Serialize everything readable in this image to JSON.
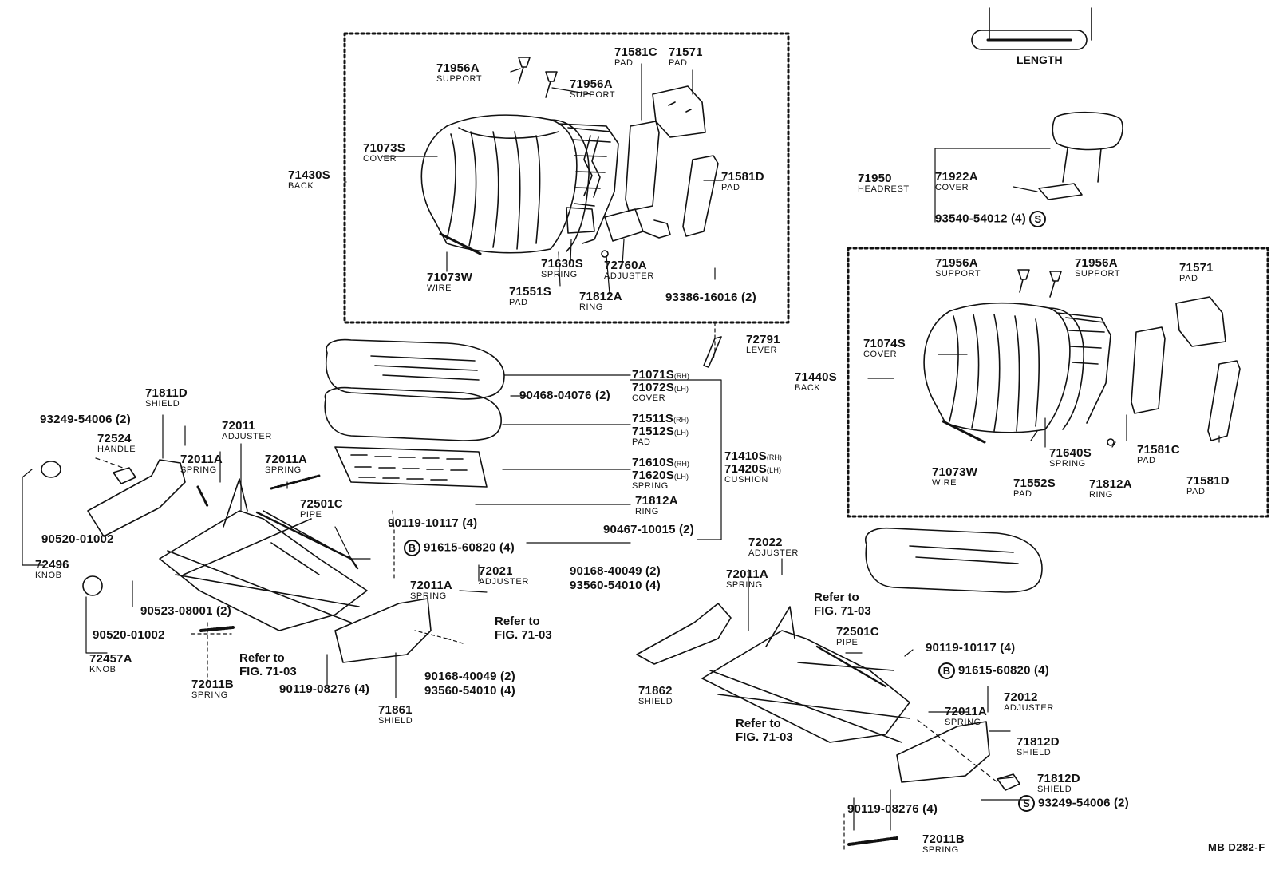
{
  "diagram_code": "MB D282-F",
  "length_caption": "LENGTH",
  "callouts": [
    {
      "num": "71956A",
      "name": "SUPPORT"
    },
    {
      "num": "71956A",
      "name": "SUPPORT"
    },
    {
      "num": "71581C",
      "name": "PAD"
    },
    {
      "num": "71571",
      "name": "PAD"
    },
    {
      "num": "71073S",
      "name": "COVER"
    },
    {
      "num": "71430S",
      "name": "BACK"
    },
    {
      "num": "71581D",
      "name": "PAD"
    },
    {
      "num": "71630S",
      "name": "SPRING"
    },
    {
      "num": "72760A",
      "name": "ADJUSTER"
    },
    {
      "num": "71073W",
      "name": "WIRE"
    },
    {
      "num": "71551S",
      "name": "PAD"
    },
    {
      "num": "71812A",
      "name": "RING"
    },
    {
      "num": "93386-16016 (2)",
      "name": ""
    },
    {
      "num": "72791",
      "name": "LEVER"
    },
    {
      "num": "71950",
      "name": "HEADREST"
    },
    {
      "num": "71922A",
      "name": "COVER"
    },
    {
      "num": "93540-54012 (4)",
      "name": "",
      "symbol": "S"
    },
    {
      "num": "71956A",
      "name": "SUPPORT"
    },
    {
      "num": "71956A",
      "name": "SUPPORT"
    },
    {
      "num": "71571",
      "name": "PAD"
    },
    {
      "num": "71074S",
      "name": "COVER"
    },
    {
      "num": "71440S",
      "name": "BACK"
    },
    {
      "num": "71640S",
      "name": "SPRING"
    },
    {
      "num": "71581C",
      "name": "PAD"
    },
    {
      "num": "71073W",
      "name": "WIRE"
    },
    {
      "num": "71552S",
      "name": "PAD"
    },
    {
      "num": "71812A",
      "name": "RING"
    },
    {
      "num": "71581D",
      "name": "PAD"
    },
    {
      "num": "71071S",
      "side": "(RH)",
      "name": ""
    },
    {
      "num": "71072S",
      "side": "(LH)",
      "name": "COVER"
    },
    {
      "num": "90468-04076 (2)",
      "name": ""
    },
    {
      "num": "71511S",
      "side": "(RH)",
      "name": ""
    },
    {
      "num": "71512S",
      "side": "(LH)",
      "name": "PAD"
    },
    {
      "num": "71610S",
      "side": "(RH)",
      "name": ""
    },
    {
      "num": "71620S",
      "side": "(LH)",
      "name": "SPRING"
    },
    {
      "num": "71410S",
      "side": "(RH)",
      "name": ""
    },
    {
      "num": "71420S",
      "side": "(LH)",
      "name": "CUSHION"
    },
    {
      "num": "71812A",
      "name": "RING"
    },
    {
      "num": "90467-10015 (2)",
      "name": ""
    },
    {
      "num": "71811D",
      "name": "SHIELD"
    },
    {
      "num": "93249-54006 (2)",
      "name": ""
    },
    {
      "num": "72524",
      "name": "HANDLE"
    },
    {
      "num": "72011",
      "name": "ADJUSTER"
    },
    {
      "num": "72011A",
      "name": "SPRING"
    },
    {
      "num": "72011A",
      "name": "SPRING"
    },
    {
      "num": "72501C",
      "name": "PIPE"
    },
    {
      "num": "90119-10117 (4)",
      "name": ""
    },
    {
      "num": "91615-60820 (4)",
      "name": "",
      "symbol": "B"
    },
    {
      "num": "90520-01002",
      "name": ""
    },
    {
      "num": "72496",
      "name": "KNOB"
    },
    {
      "num": "72021",
      "name": "ADJUSTER"
    },
    {
      "num": "72011A",
      "name": "SPRING"
    },
    {
      "num": "90168-40049 (2)",
      "name": ""
    },
    {
      "num": "93560-54010 (4)",
      "name": ""
    },
    {
      "num": "90523-08001 (2)",
      "name": ""
    },
    {
      "num": "90520-01002",
      "name": ""
    },
    {
      "num": "72457A",
      "name": "KNOB"
    },
    {
      "num": "72011B",
      "name": "SPRING"
    },
    {
      "num": "90119-08276 (4)",
      "name": ""
    },
    {
      "num": "90168-40049 (2)",
      "name": ""
    },
    {
      "num": "93560-54010 (4)",
      "name": ""
    },
    {
      "num": "71861",
      "name": "SHIELD"
    },
    {
      "num": "72022",
      "name": "ADJUSTER"
    },
    {
      "num": "72011A",
      "name": "SPRING"
    },
    {
      "num": "72501C",
      "name": "PIPE"
    },
    {
      "num": "90119-10117 (4)",
      "name": ""
    },
    {
      "num": "91615-60820 (4)",
      "name": "",
      "symbol": "B"
    },
    {
      "num": "72012",
      "name": "ADJUSTER"
    },
    {
      "num": "72011A",
      "name": "SPRING"
    },
    {
      "num": "71862",
      "name": "SHIELD"
    },
    {
      "num": "71812D",
      "name": "SHIELD"
    },
    {
      "num": "71812D",
      "name": "SHIELD"
    },
    {
      "num": "90119-08276 (4)",
      "name": ""
    },
    {
      "num": "93249-54006 (2)",
      "name": "",
      "symbol": "S"
    },
    {
      "num": "72011B",
      "name": "SPRING"
    }
  ],
  "refer_notes": [
    {
      "line1": "Refer to",
      "line2": "FIG. 71-03"
    },
    {
      "line1": "Refer to",
      "line2": "FIG. 71-03"
    },
    {
      "line1": "Refer to",
      "line2": "FIG. 71-03"
    },
    {
      "line1": "Refer to",
      "line2": "FIG. 71-03"
    }
  ]
}
